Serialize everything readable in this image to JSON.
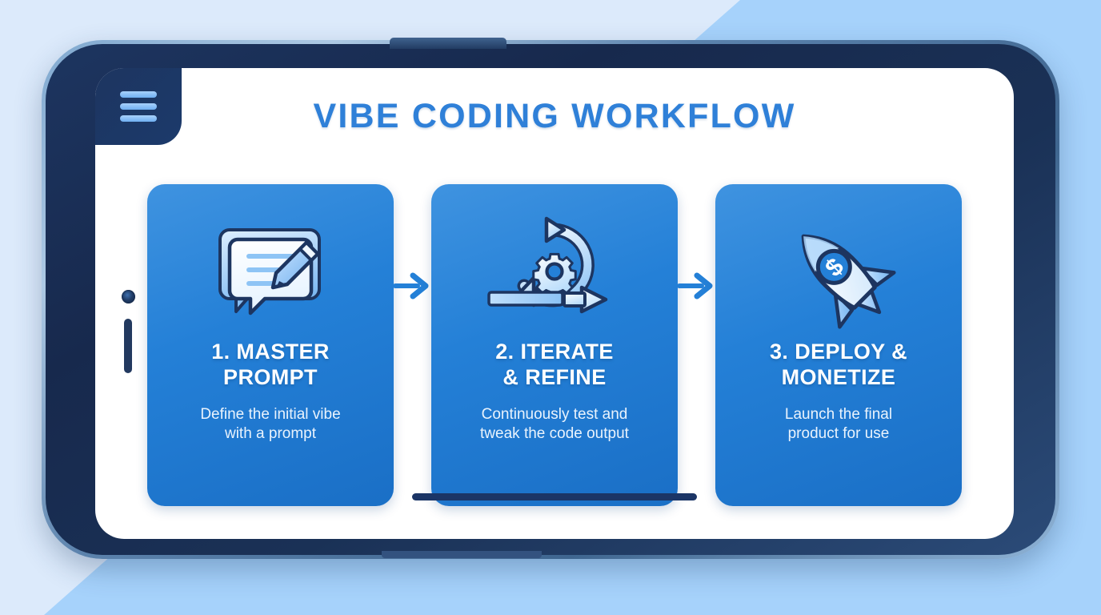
{
  "background": {
    "base_color": "#dceafb",
    "accent_color": "#a6d2fb"
  },
  "device": {
    "frame_color": "#1d3560",
    "screen_color": "#ffffff",
    "camera_icon": "camera-dot-icon",
    "volume_button": "volume-button",
    "home_indicator": "home-indicator"
  },
  "menu": {
    "icon": "hamburger-menu-icon",
    "panel_color": "#1d3560",
    "bars": 3
  },
  "header": {
    "title": "VIBE CODING WORKFLOW",
    "title_color": "#2f80d8"
  },
  "workflow": {
    "card_color": "#2480d7",
    "arrow_icon": "arrow-right-icon",
    "steps": [
      {
        "icon": "chat-bubble-pencil-icon",
        "title": "1. MASTER PROMPT",
        "title_line1": "1. MASTER",
        "title_line2": "PROMPT",
        "description": "Define the initial vibe with a prompt",
        "desc_line1": "Define the initial vibe",
        "desc_line2": "with a prompt"
      },
      {
        "icon": "refresh-cycle-gear-icon",
        "title": "2. ITERATE & REFINE",
        "title_line1": "2. ITERATE",
        "title_line2": "& REFINE",
        "description": "Continuously test and tweak the code output",
        "desc_line1": "Continuously test and",
        "desc_line2": "tweak the code output"
      },
      {
        "icon": "rocket-dollar-icon",
        "title": "3. DEPLOY & MONETIZE",
        "title_line1": "3. DEPLOY &",
        "title_line2": "MONETIZE",
        "description": "Launch the final product for use",
        "desc_line1": "Launch the final",
        "desc_line2": "product for use"
      }
    ]
  }
}
